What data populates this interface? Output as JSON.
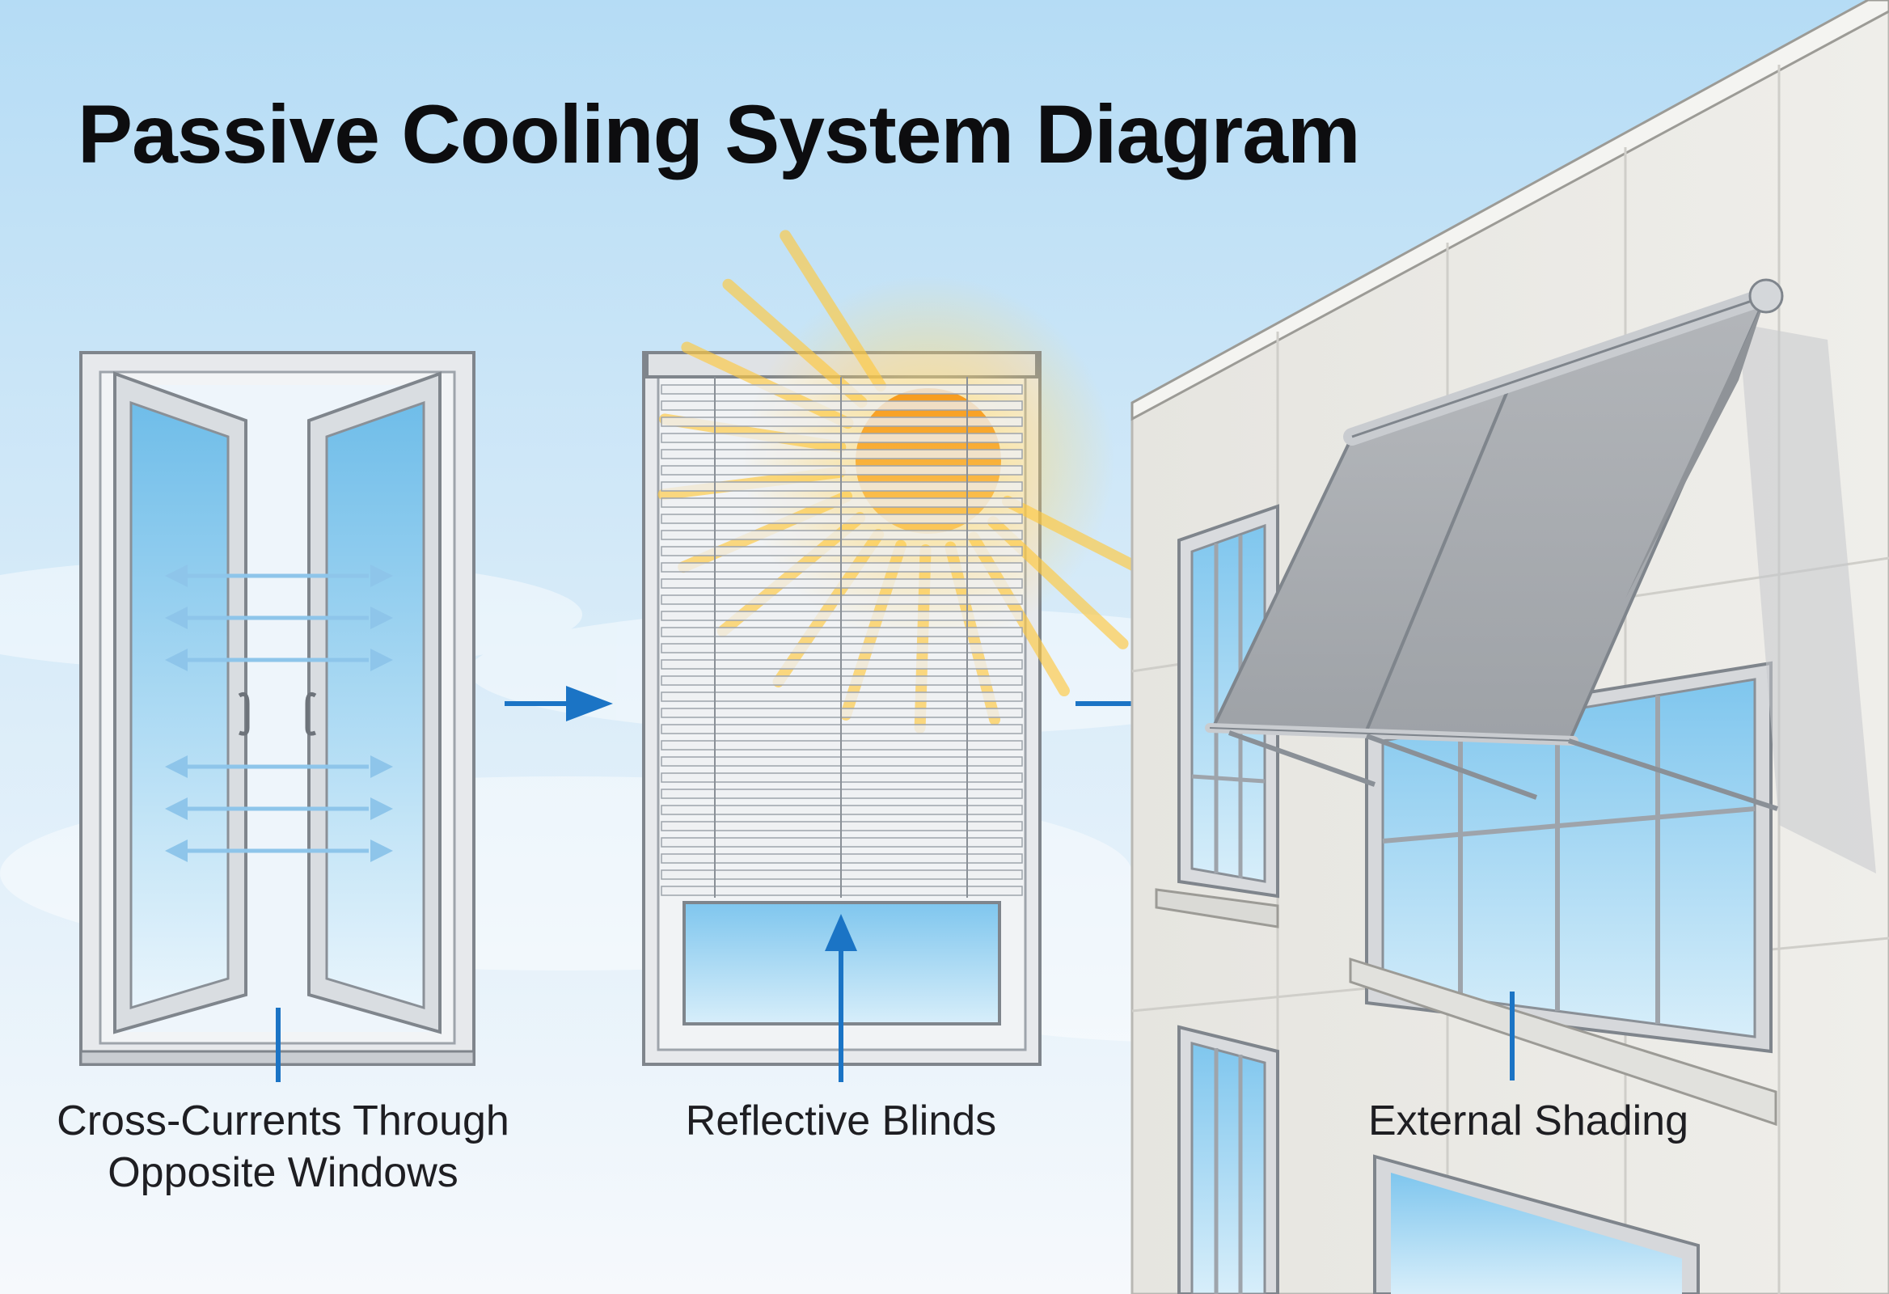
{
  "title": "Passive Cooling System Diagram",
  "panels": [
    {
      "name": "cross-ventilation",
      "label_lines": [
        "Cross-Currents Through",
        "Opposite Windows"
      ]
    },
    {
      "name": "reflective-blinds",
      "label_lines": [
        "Reflective Blinds"
      ]
    },
    {
      "name": "external-shading",
      "label_lines": [
        "External Shading"
      ]
    }
  ],
  "colors": {
    "sky_top": "#b9def6",
    "sky_bottom": "#f3f8fc",
    "arrow_blue": "#1b74c5",
    "airflow_blue": "#8ec5ea",
    "frame_gray": "#9ea4ab",
    "glass_blue": "#8ccdf2",
    "sun_orange": "#f6a21c",
    "wall": "#ecebe6",
    "awning_gray": "#a9adb2"
  },
  "icons": [
    "flow-arrow-icon",
    "double-arrow-icon",
    "sun-icon"
  ]
}
